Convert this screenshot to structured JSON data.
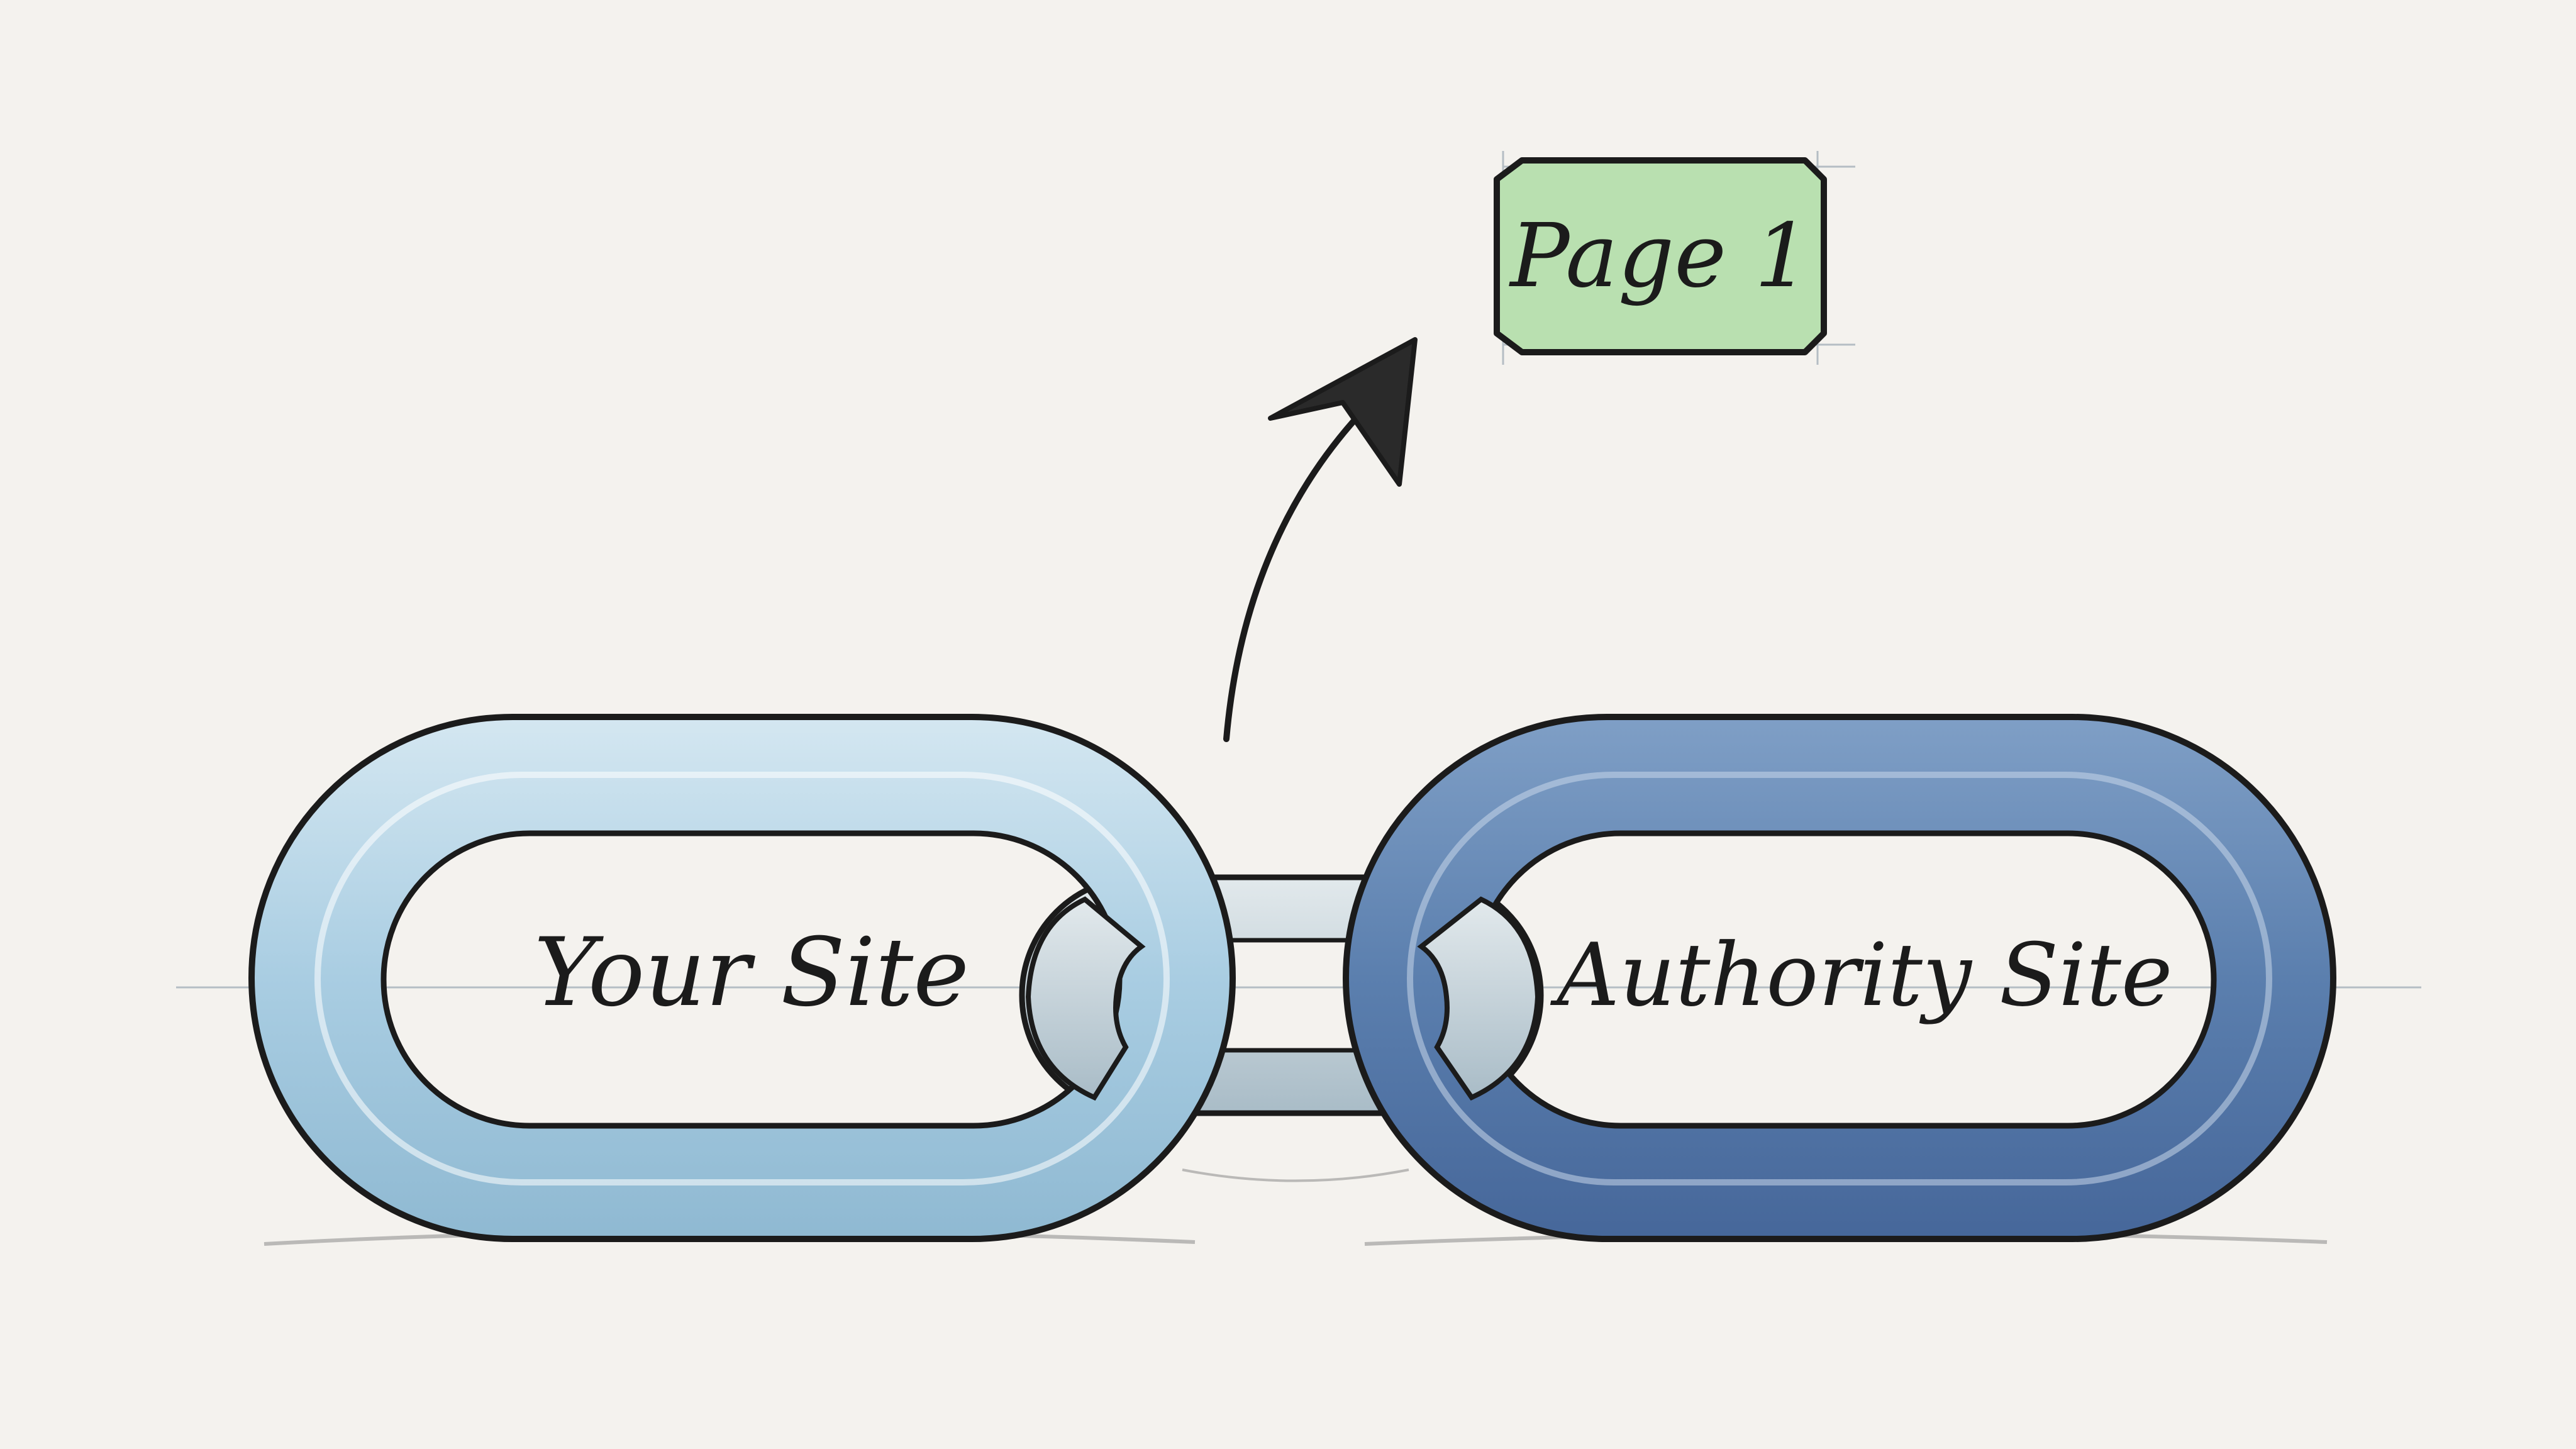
{
  "diagram": {
    "badge": {
      "label": "Page 1",
      "color": "#b9e0b0"
    },
    "links": [
      {
        "label": "Your Site",
        "color": "#a9cde2"
      },
      {
        "label": "Authority Site",
        "color": "#5b7fae"
      }
    ],
    "connector_color": "#c7d6de",
    "ink_color": "#1b1b1b",
    "paper_color": "#f4f2ee"
  }
}
